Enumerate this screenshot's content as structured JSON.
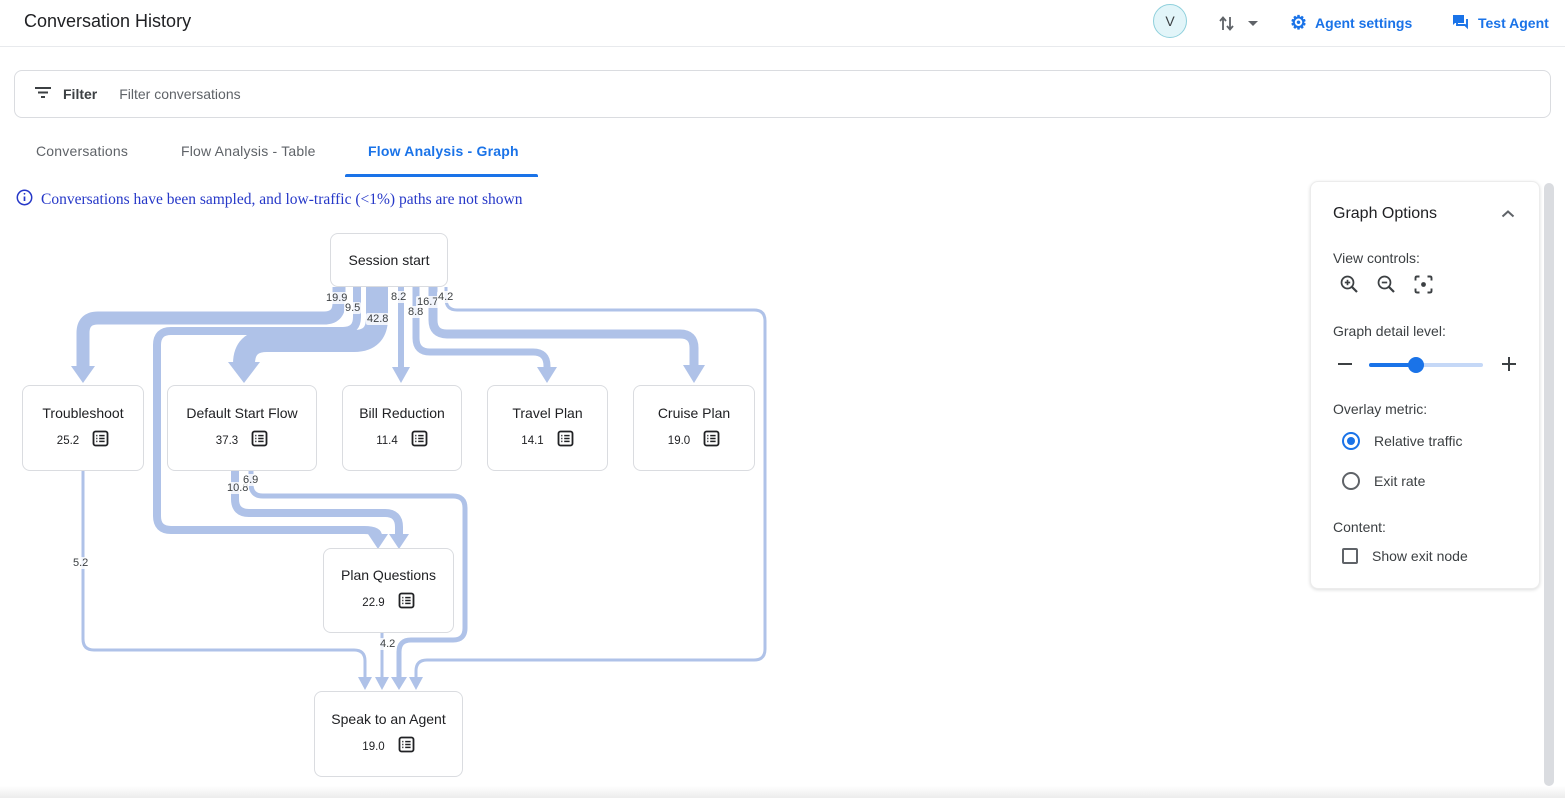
{
  "header": {
    "title": "Conversation History",
    "avatar_letter": "V",
    "agent_settings_label": "Agent settings",
    "test_agent_label": "Test Agent"
  },
  "filter_bar": {
    "label": "Filter",
    "placeholder": "Filter conversations"
  },
  "tabs": [
    {
      "label": "Conversations",
      "active": false
    },
    {
      "label": "Flow Analysis - Table",
      "active": false
    },
    {
      "label": "Flow Analysis - Graph",
      "active": true
    }
  ],
  "notice": {
    "text": "Conversations have been sampled, and low-traffic (<1%) paths are not shown"
  },
  "flow_graph": {
    "type": "flow-graph",
    "overlay_metric": "Relative traffic",
    "edge_color": "#afc2e8",
    "nodes": [
      {
        "title": "Session start",
        "metric": ""
      },
      {
        "title": "Troubleshoot",
        "metric": "25.2"
      },
      {
        "title": "Default Start Flow",
        "metric": "37.3"
      },
      {
        "title": "Bill Reduction",
        "metric": "11.4"
      },
      {
        "title": "Travel Plan",
        "metric": "14.1"
      },
      {
        "title": "Cruise Plan",
        "metric": "19.0"
      },
      {
        "title": "Plan Questions",
        "metric": "22.9"
      },
      {
        "title": "Speak to an Agent",
        "metric": "19.0"
      }
    ],
    "edges": [
      {
        "from": "Session start",
        "to": "Troubleshoot",
        "value": "19.9"
      },
      {
        "from": "Session start",
        "to": "Plan Questions",
        "value": "9.5"
      },
      {
        "from": "Session start",
        "to": "Default Start Flow",
        "value": "42.8"
      },
      {
        "from": "Session start",
        "to": "Bill Reduction",
        "value": "8.2"
      },
      {
        "from": "Session start",
        "to": "Travel Plan",
        "value": "8.8"
      },
      {
        "from": "Session start",
        "to": "Cruise Plan",
        "value": "16.7"
      },
      {
        "from": "Session start",
        "to": "Speak to an Agent",
        "value": "4.2"
      },
      {
        "from": "Default Start Flow",
        "to": "Plan Questions",
        "value": "10.8"
      },
      {
        "from": "Default Start Flow",
        "to": "Speak to an Agent",
        "value": "6.9"
      },
      {
        "from": "Troubleshoot",
        "to": "Speak to an Agent",
        "value": "5.2"
      },
      {
        "from": "Plan Questions",
        "to": "Speak to an Agent",
        "value": "4.2"
      }
    ]
  },
  "graph_options": {
    "title": "Graph Options",
    "view_controls_label": "View controls:",
    "detail_level_label": "Graph detail level:",
    "overlay_metric_label": "Overlay metric:",
    "overlay_options": [
      {
        "label": "Relative traffic",
        "selected": true
      },
      {
        "label": "Exit rate",
        "selected": false
      }
    ],
    "content_label": "Content:",
    "show_exit_node_label": "Show exit node",
    "show_exit_node_checked": false
  },
  "colors": {
    "accent": "#1a73e8",
    "edge": "#afc2e8",
    "notice": "#2638c8"
  }
}
